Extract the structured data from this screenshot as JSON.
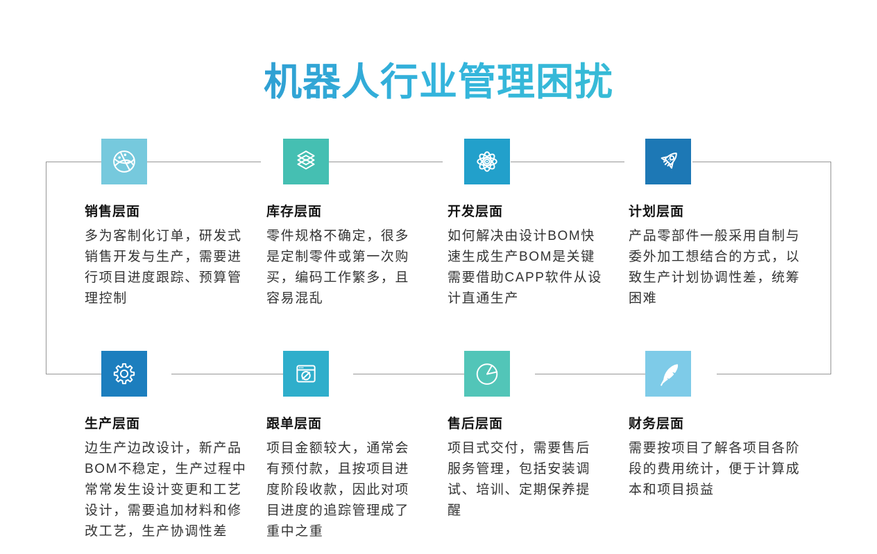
{
  "page": {
    "title": "机器人行业管理困扰",
    "title_gradient": [
      "#2b7fc4",
      "#33b4dc",
      "#3ec6cd"
    ],
    "background_color": "#ffffff",
    "connector_color": "#969696"
  },
  "cards": [
    {
      "icon": "network-globe-icon",
      "color": "#76c9dd",
      "title": "销售层面",
      "body": "多为客制化订单，研发式\n销售开发与生产，需要进\n行项目进度跟踪、预算管\n理控制"
    },
    {
      "icon": "layers-icon",
      "color": "#45bfb2",
      "title": "库存层面",
      "body": "零件规格不确定，很多\n是定制零件或第一次购\n买，编码工作繁多，且\n容易混乱"
    },
    {
      "icon": "atom-icon",
      "color": "#22a0cb",
      "title": "开发层面",
      "body": "如何解决由设计BOM快\n速生成生产BOM是关键\n需要借助CAPP软件从设\n计直通生产"
    },
    {
      "icon": "rocket-icon",
      "color": "#1d78b5",
      "title": "计划层面",
      "body": "产品零部件一般采用自制与\n委外加工想结合的方式，以\n致生产计划协调性差，统筹\n困难"
    },
    {
      "icon": "gear-icon",
      "color": "#1c7ebe",
      "title": "生产层面",
      "body": "边生产边改设计，新产品\nBOM不稳定，生产过程中\n常常发生设计变更和工艺\n设计，需要追加材料和修\n改工艺，生产协调性差"
    },
    {
      "icon": "browser-compass-icon",
      "color": "#2faecb",
      "title": "跟单层面",
      "body": "项目金额较大，通常会\n有预付款，且按项目进\n度阶段收款，因此对项\n目进度的追踪管理成了\n重中之重"
    },
    {
      "icon": "pie-chart-icon",
      "color": "#52c5b8",
      "title": "售后层面",
      "body": "项目式交付，需要售后\n服务管理，包括安装调\n试、培训、定期保养提\n醒"
    },
    {
      "icon": "feather-icon",
      "color": "#7ecbe8",
      "title": "财务层面",
      "body": "需要按项目了解各项目各阶\n段的费用统计，便于计算成\n本和项目损益"
    }
  ]
}
